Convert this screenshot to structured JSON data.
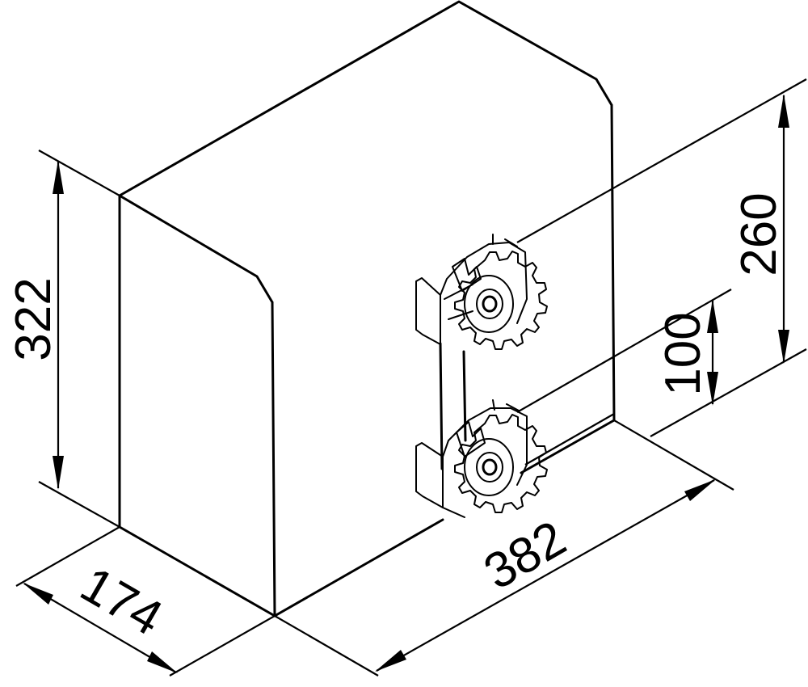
{
  "dimensions": {
    "height_total": "322",
    "depth": "174",
    "length": "382",
    "gear_top_height": "260",
    "gear_spacing": "100"
  }
}
